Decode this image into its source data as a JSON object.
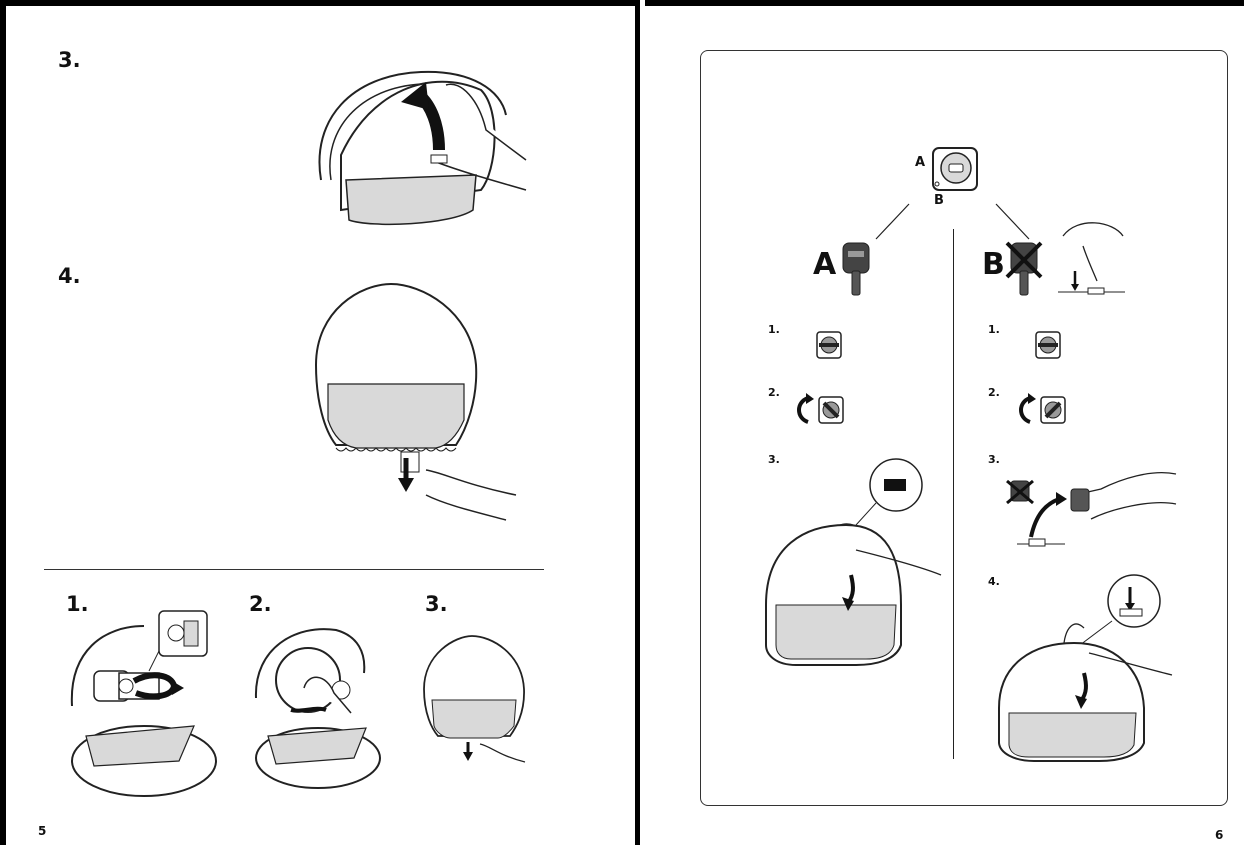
{
  "left_page": {
    "steps_top": [
      "3.",
      "4."
    ],
    "steps_bottom": [
      "1.",
      "2.",
      "3."
    ],
    "page_number": "5"
  },
  "right_page": {
    "lock_labels": {
      "a": "A",
      "b": "B"
    },
    "option_a": {
      "title": "A",
      "steps": [
        "1.",
        "2.",
        "3."
      ]
    },
    "option_b": {
      "title": "B",
      "steps": [
        "1.",
        "2.",
        "3.",
        "4."
      ]
    },
    "page_number": "6"
  },
  "colors": {
    "fill_grey": "#d9d9d9",
    "line": "#222222"
  }
}
